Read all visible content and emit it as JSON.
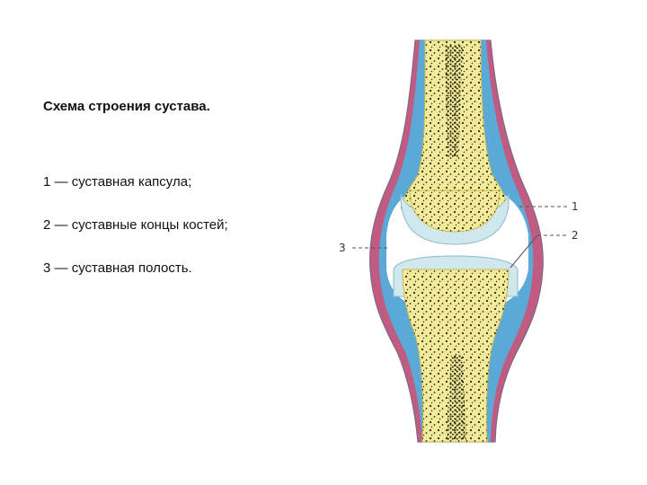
{
  "slide": {
    "title": "Схема строения сустава.",
    "legend": [
      {
        "num": "1",
        "sep": "—",
        "text": "суставная капсула;"
      },
      {
        "num": "2",
        "sep": "—",
        "text": "суставные концы костей;"
      },
      {
        "num": "3",
        "sep": "—",
        "text": "суставная полость."
      }
    ]
  },
  "diagram": {
    "callouts": [
      "1",
      "2",
      "3"
    ],
    "colors": {
      "bone": "#f2ea9a",
      "bone_stroke": "#c9bd55",
      "speckle": "#2a2a10",
      "cartilage": "#cfe8ee",
      "cartilage_stroke": "#8fb9c6",
      "synovial": "#5aa9d6",
      "capsule": "#c25b82",
      "outline": "#7a6a88"
    }
  }
}
